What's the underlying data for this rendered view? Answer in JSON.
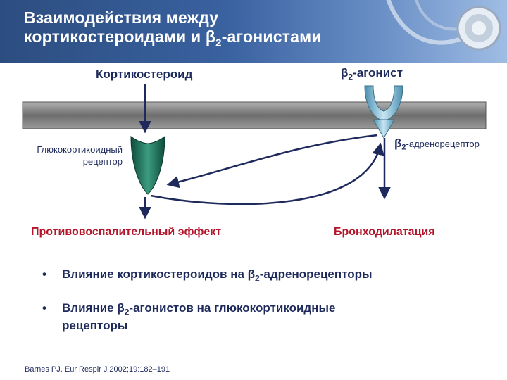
{
  "title": {
    "line1": "Взаимодействия между",
    "line2_prefix": "кортикостероидами и β",
    "line2_sub": "2",
    "line2_suffix": "-агонистами"
  },
  "labels": {
    "corticosteroid": "Кортикостероид",
    "b2_agonist_prefix": "β",
    "b2_agonist_sub": "2",
    "b2_agonist_suffix": "-агонист",
    "gc_receptor_line1": "Глюкокортикоидный",
    "gc_receptor_line2": "рецептор",
    "b2_receptor_prefix": "β",
    "b2_receptor_sub": "2",
    "b2_receptor_suffix": "-адренорецептор",
    "anti_inflammatory": "Противовоспалительный эффект",
    "bronchodilation": "Бронходилатация"
  },
  "bullets": [
    {
      "prefix": "Влияние кортикостероидов на β",
      "sub": "2",
      "suffix": "-адренорецепторы"
    },
    {
      "prefix": "Влияние β",
      "sub": "2",
      "suffix": "-агонистов на глюкокортикоидные",
      "line2": "рецепторы"
    }
  ],
  "bullet_symbol": "•",
  "citation": "Barnes PJ. Eur Respir J 2002;19:182–191",
  "colors": {
    "title_text": "#ffffff",
    "label_text": "#1e2a5c",
    "effect_text": "#b3152a",
    "membrane": "#8c8c8c",
    "gc_receptor": "#1d6e58",
    "b2_receptor": "#7fb3cc",
    "arrow": "#1e2a5c"
  },
  "icons": [
    "stethoscope-icon",
    "gc-receptor-icon",
    "b2-receptor-icon"
  ]
}
